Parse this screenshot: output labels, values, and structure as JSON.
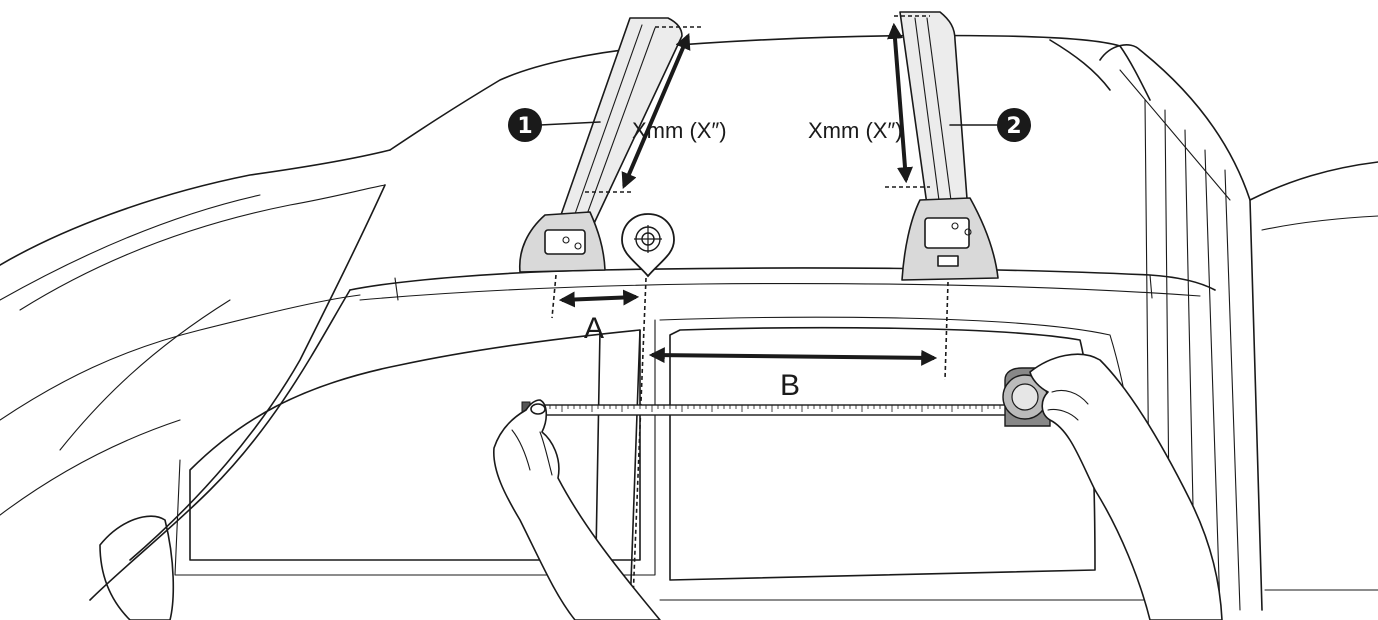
{
  "diagram": {
    "bar_1_number": "1",
    "bar_2_number": "2",
    "bar_1_overhang_label": "Xmm (X″)",
    "bar_2_overhang_label": "Xmm (X″)",
    "distance_a_label": "A",
    "distance_b_label": "B"
  },
  "colors": {
    "line": "#1a1a1a",
    "bar_fill": "#ececec",
    "foot_fill": "#d9d9d9",
    "background": "#ffffff"
  },
  "icons": {
    "reference_marker": "target-pin-icon",
    "tape_measure": "tape-measure-icon"
  }
}
